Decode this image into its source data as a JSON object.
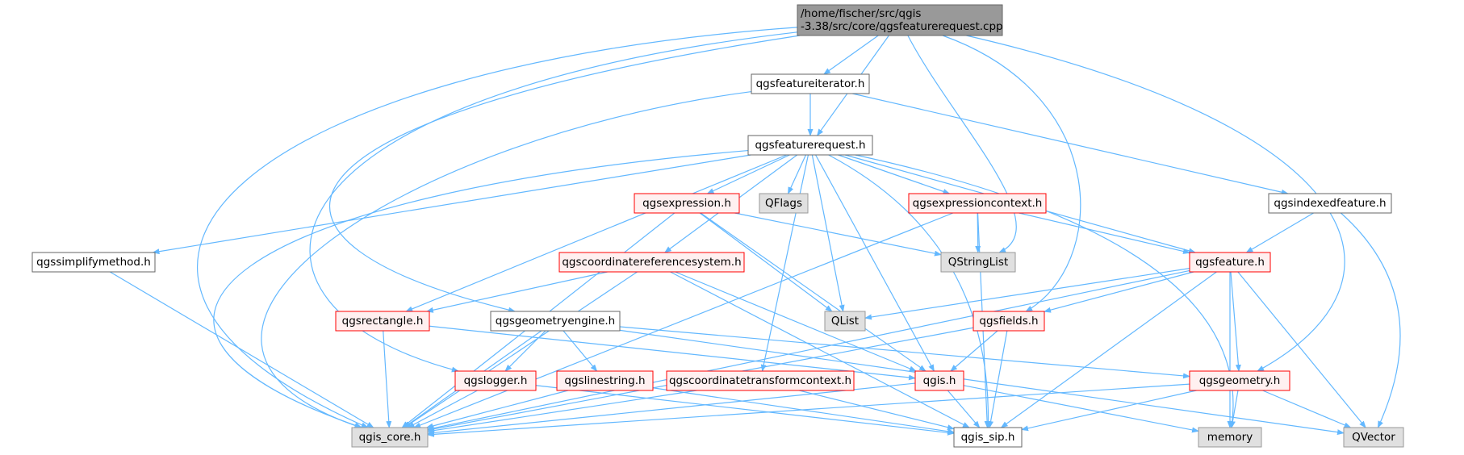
{
  "colors": {
    "edge": "#63b8ff",
    "root_fill": "#999999",
    "root_border": "#666666",
    "plain_fill": "#ffffff",
    "plain_border": "#666666",
    "incomplete_fill": "#fff0f0",
    "incomplete_border": "#ff0000",
    "external_fill": "#e0e0e0",
    "external_border": "#999999"
  },
  "nodes": [
    {
      "id": "root",
      "kind": "root",
      "lines": [
        "/home/fischer/src/qgis",
        "-3.38/src/core/qgsfeaturerequest.cpp"
      ]
    },
    {
      "id": "featureiterator",
      "kind": "plain",
      "lines": [
        "qgsfeatureiterator.h"
      ]
    },
    {
      "id": "featurerequest",
      "kind": "plain",
      "lines": [
        "qgsfeaturerequest.h"
      ]
    },
    {
      "id": "expression",
      "kind": "incomplete",
      "lines": [
        "qgsexpression.h"
      ]
    },
    {
      "id": "qflags",
      "kind": "external",
      "lines": [
        "QFlags"
      ]
    },
    {
      "id": "expressioncontext",
      "kind": "incomplete",
      "lines": [
        "qgsexpressioncontext.h"
      ]
    },
    {
      "id": "indexedfeature",
      "kind": "plain",
      "lines": [
        "qgsindexedfeature.h"
      ]
    },
    {
      "id": "simplifymethod",
      "kind": "plain",
      "lines": [
        "qgssimplifymethod.h"
      ]
    },
    {
      "id": "crs",
      "kind": "incomplete",
      "lines": [
        "qgscoordinatereferencesystem.h"
      ]
    },
    {
      "id": "qstringlist",
      "kind": "external",
      "lines": [
        "QStringList"
      ]
    },
    {
      "id": "feature",
      "kind": "incomplete",
      "lines": [
        "qgsfeature.h"
      ]
    },
    {
      "id": "rectangle",
      "kind": "incomplete",
      "lines": [
        "qgsrectangle.h"
      ]
    },
    {
      "id": "geometryengine",
      "kind": "plain",
      "lines": [
        "qgsgeometryengine.h"
      ]
    },
    {
      "id": "qlist",
      "kind": "external",
      "lines": [
        "QList"
      ]
    },
    {
      "id": "fields",
      "kind": "incomplete",
      "lines": [
        "qgsfields.h"
      ]
    },
    {
      "id": "logger",
      "kind": "incomplete",
      "lines": [
        "qgslogger.h"
      ]
    },
    {
      "id": "linestring",
      "kind": "incomplete",
      "lines": [
        "qgslinestring.h"
      ]
    },
    {
      "id": "ctc",
      "kind": "incomplete",
      "lines": [
        "qgscoordinatetransformcontext.h"
      ]
    },
    {
      "id": "qgis",
      "kind": "incomplete",
      "lines": [
        "qgis.h"
      ]
    },
    {
      "id": "geometry",
      "kind": "incomplete",
      "lines": [
        "qgsgeometry.h"
      ]
    },
    {
      "id": "core",
      "kind": "external",
      "lines": [
        "qgis_core.h"
      ]
    },
    {
      "id": "sip",
      "kind": "plain",
      "lines": [
        "qgis_sip.h"
      ]
    },
    {
      "id": "memory",
      "kind": "external",
      "lines": [
        "memory"
      ]
    },
    {
      "id": "qvector",
      "kind": "external",
      "lines": [
        "QVector"
      ]
    }
  ],
  "edges": [
    [
      "root",
      "featureiterator"
    ],
    [
      "root",
      "featurerequest"
    ],
    [
      "root",
      "qstringlist"
    ],
    [
      "root",
      "fields"
    ],
    [
      "root",
      "geometry"
    ],
    [
      "root",
      "geometryengine"
    ],
    [
      "root",
      "logger"
    ],
    [
      "root",
      "core"
    ],
    [
      "featureiterator",
      "featurerequest"
    ],
    [
      "featureiterator",
      "indexedfeature"
    ],
    [
      "featureiterator",
      "core"
    ],
    [
      "featurerequest",
      "expression"
    ],
    [
      "featurerequest",
      "qflags"
    ],
    [
      "featurerequest",
      "expressioncontext"
    ],
    [
      "featurerequest",
      "feature"
    ],
    [
      "featurerequest",
      "simplifymethod"
    ],
    [
      "featurerequest",
      "crs"
    ],
    [
      "featurerequest",
      "rectangle"
    ],
    [
      "featurerequest",
      "qlist"
    ],
    [
      "featurerequest",
      "qgis"
    ],
    [
      "featurerequest",
      "ctc"
    ],
    [
      "featurerequest",
      "sip"
    ],
    [
      "featurerequest",
      "memory"
    ],
    [
      "featurerequest",
      "core"
    ],
    [
      "expression",
      "qstringlist"
    ],
    [
      "expression",
      "qlist"
    ],
    [
      "expression",
      "qgis"
    ],
    [
      "expression",
      "core"
    ],
    [
      "expressioncontext",
      "qstringlist"
    ],
    [
      "expressioncontext",
      "feature"
    ],
    [
      "expressioncontext",
      "sip"
    ],
    [
      "expressioncontext",
      "core"
    ],
    [
      "indexedfeature",
      "feature"
    ],
    [
      "indexedfeature",
      "qvector"
    ],
    [
      "simplifymethod",
      "core"
    ],
    [
      "crs",
      "rectangle"
    ],
    [
      "crs",
      "qgis"
    ],
    [
      "crs",
      "sip"
    ],
    [
      "crs",
      "core"
    ],
    [
      "feature",
      "fields"
    ],
    [
      "feature",
      "qlist"
    ],
    [
      "feature",
      "geometry"
    ],
    [
      "feature",
      "sip"
    ],
    [
      "feature",
      "memory"
    ],
    [
      "feature",
      "qvector"
    ],
    [
      "feature",
      "core"
    ],
    [
      "rectangle",
      "qgis"
    ],
    [
      "rectangle",
      "core"
    ],
    [
      "geometryengine",
      "logger"
    ],
    [
      "geometryengine",
      "linestring"
    ],
    [
      "geometryengine",
      "geometry"
    ],
    [
      "geometryengine",
      "qvector"
    ],
    [
      "geometryengine",
      "core"
    ],
    [
      "fields",
      "qgis"
    ],
    [
      "fields",
      "sip"
    ],
    [
      "fields",
      "core"
    ],
    [
      "logger",
      "sip"
    ],
    [
      "logger",
      "core"
    ],
    [
      "linestring",
      "sip"
    ],
    [
      "linestring",
      "core"
    ],
    [
      "ctc",
      "sip"
    ],
    [
      "ctc",
      "core"
    ],
    [
      "qgis",
      "sip"
    ],
    [
      "qgis",
      "memory"
    ],
    [
      "qgis",
      "core"
    ],
    [
      "geometry",
      "sip"
    ],
    [
      "geometry",
      "memory"
    ],
    [
      "geometry",
      "qvector"
    ],
    [
      "geometry",
      "core"
    ]
  ]
}
